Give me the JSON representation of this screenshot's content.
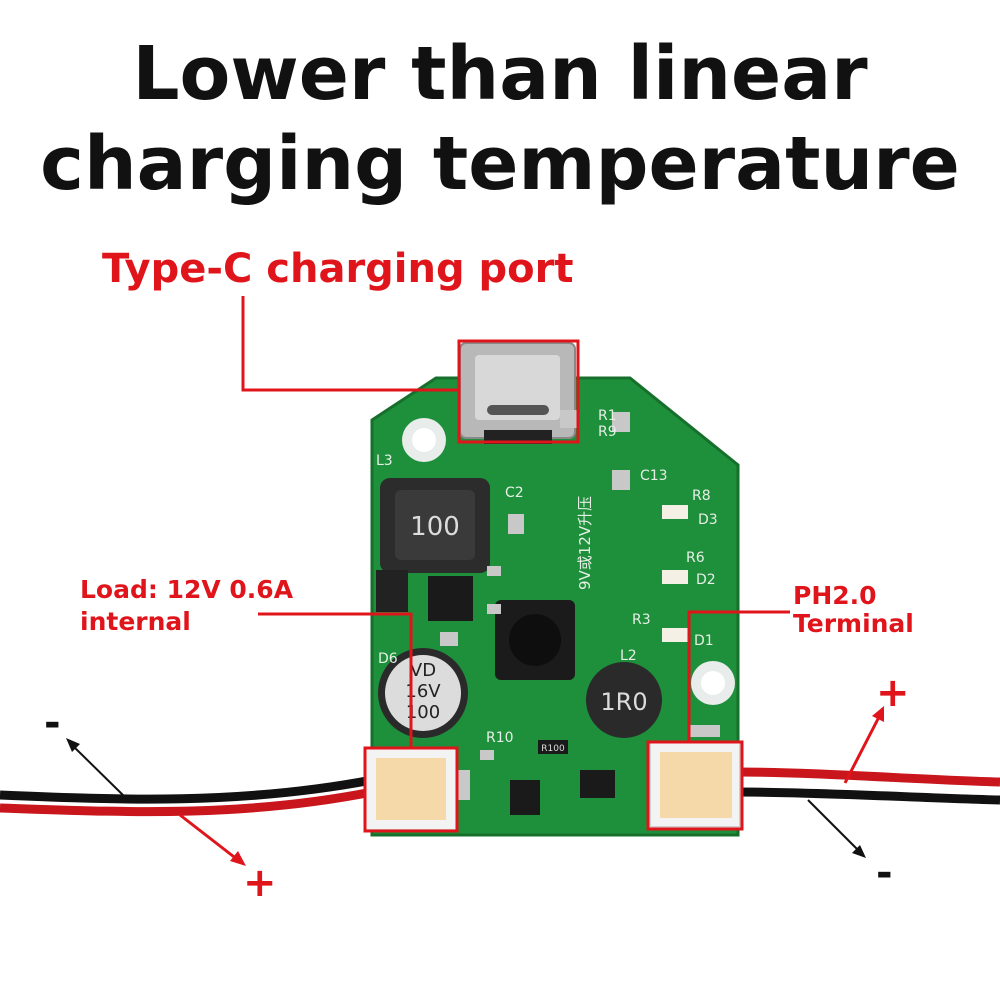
{
  "headline": {
    "line1": "Lower than linear",
    "line2": "charging temperature"
  },
  "callouts": {
    "typec": "Type-C charging port",
    "load_line1": "Load: 12V 0.6A",
    "load_line2": "internal",
    "ph_line1": "PH2.0",
    "ph_line2": "Terminal"
  },
  "polarity": {
    "left_minus": "-",
    "left_plus": "+",
    "right_plus": "+",
    "right_minus": "-"
  },
  "board_markings": {
    "inductor_l3": "100",
    "inductor_l2": "1R0",
    "capacitor_line1": "100",
    "capacitor_line2": "16V",
    "capacitor_line3": "VD",
    "silk_l3": "L3",
    "silk_l2": "L2",
    "silk_c2": "C2",
    "silk_c13": "C13",
    "silk_r8": "R8",
    "silk_r6": "R6",
    "silk_r3": "R3",
    "silk_d3": "D3",
    "silk_d2": "D2",
    "silk_d1": "D1",
    "silk_r1": "R1",
    "silk_r9": "R9",
    "silk_r10": "R10",
    "silk_d6": "D6",
    "silk_voltage": "9V或12V升压",
    "resistor_r100": "R100"
  },
  "colors": {
    "accent_red": "#e0151b",
    "pcb_green": "#1e8f3a",
    "text_dark": "#111111"
  }
}
